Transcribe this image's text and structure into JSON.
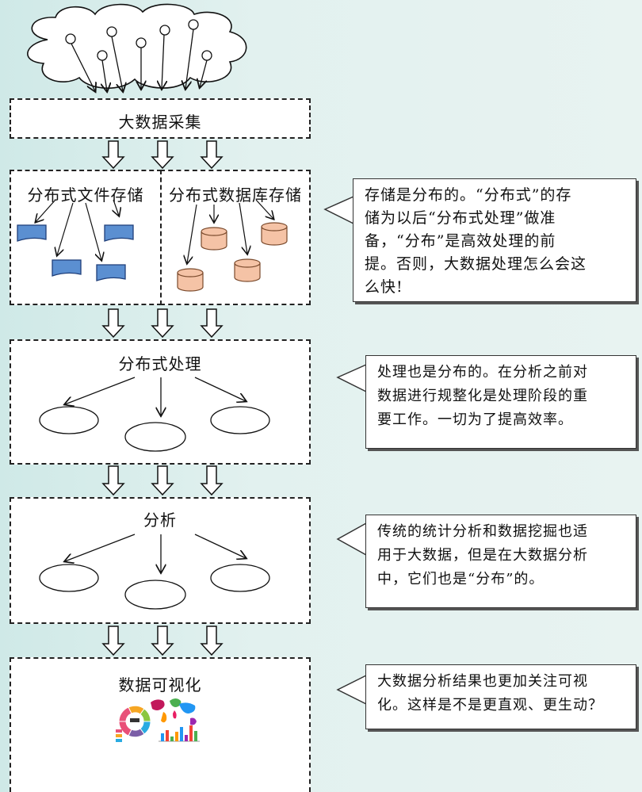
{
  "steps": {
    "collect": "大数据采集",
    "file_storage": "分布式文件存储",
    "db_storage": "分布式数据库存储",
    "processing": "分布式处理",
    "analysis": "分析",
    "visualization": "数据可视化"
  },
  "callouts": {
    "storage": [
      "存储是分布的。“分布式”的存",
      "储为以后“分布式处理”做准",
      "备，“分布”是高效处理的前",
      "提。否则，大数据处理怎么会这",
      "么快!"
    ],
    "processing": [
      "处理也是分布的。在分析之前对",
      "数据进行规整化是处理阶段的重",
      "要工作。一切为了提高效率。"
    ],
    "analysis": [
      "传统的统计分析和数据挖掘也适",
      "用于大数据，但是在大数据分析",
      "中，它们也是“分布”的。"
    ],
    "visualization": [
      "大数据分析结果也更加关注可视",
      "化。这样是不是更直观、更生动？"
    ]
  },
  "colors": {
    "file_block": "#5b8fd1",
    "db_cylinder": "#f5c3a6",
    "background": "#d6ecea"
  }
}
